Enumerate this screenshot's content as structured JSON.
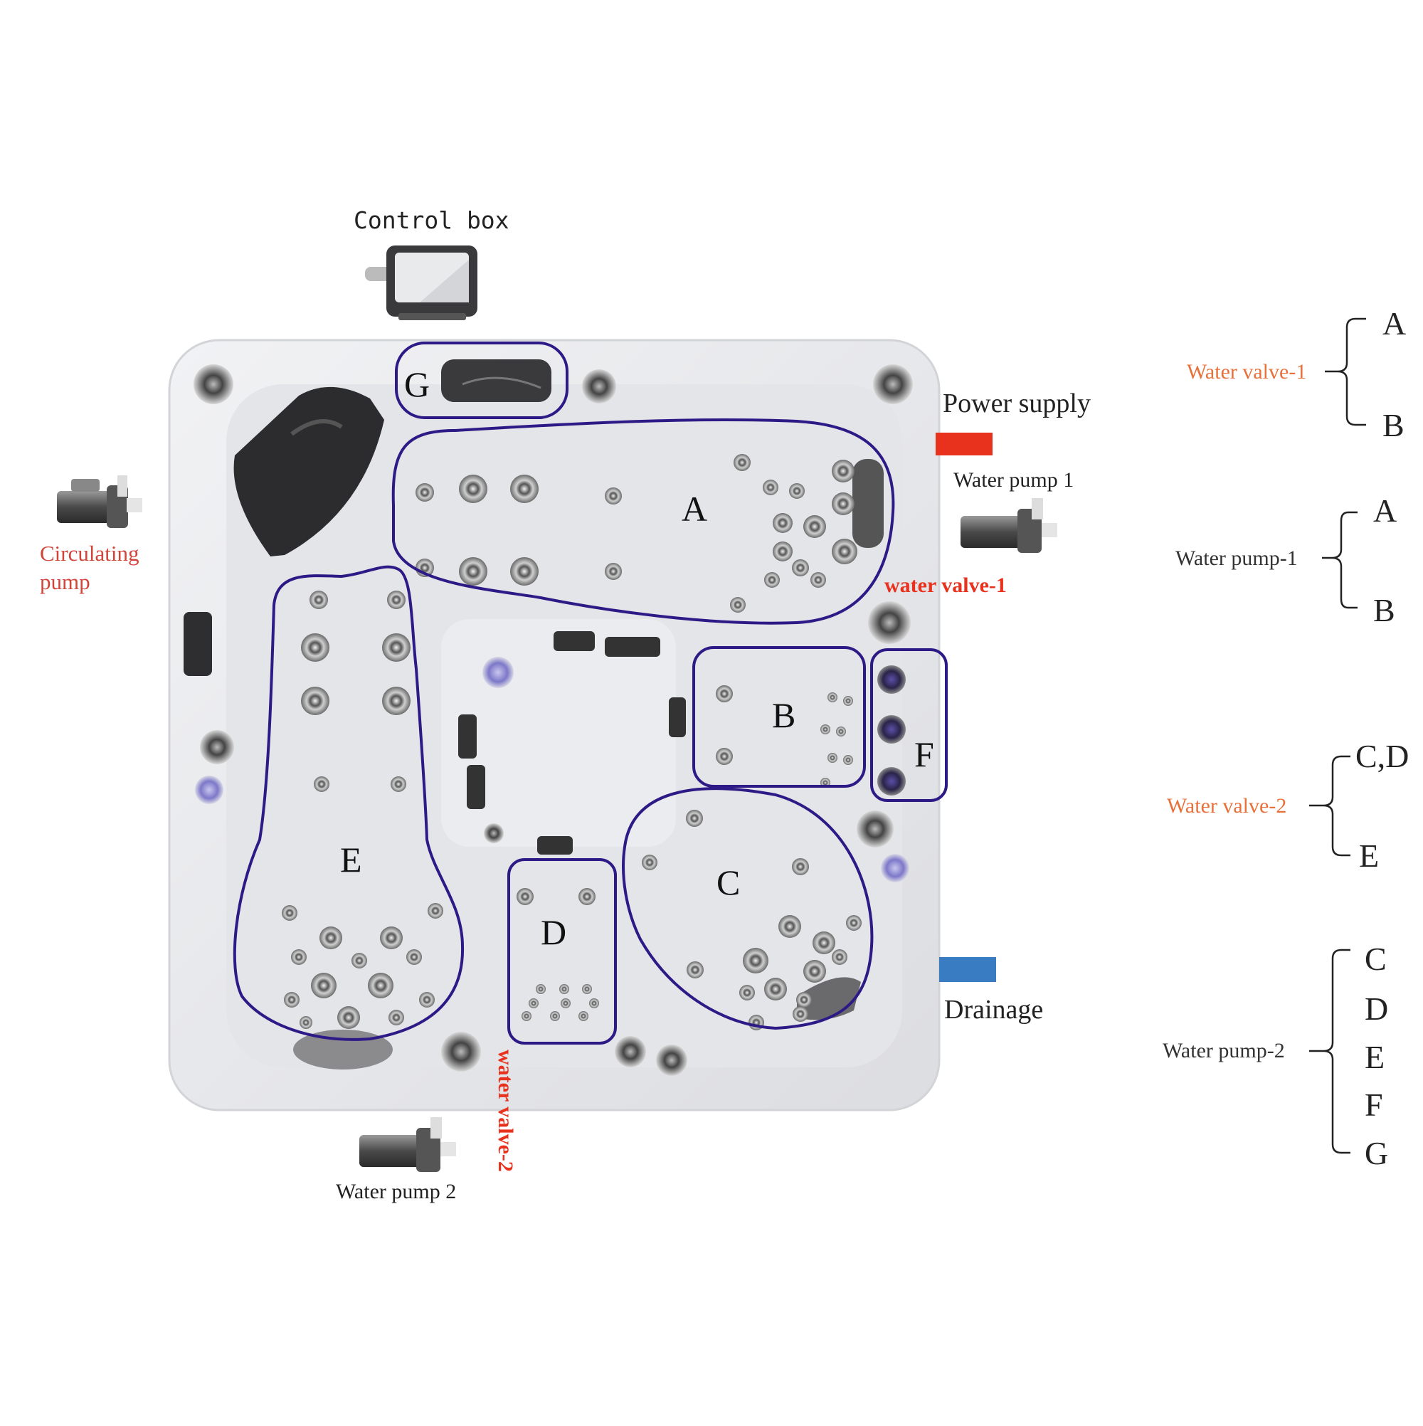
{
  "labels": {
    "control_box": "Control box",
    "power_supply": "Power supply",
    "water_pump_1": "Water pump 1",
    "water_valve_1": "water valve-1",
    "circulating_pump_line1": "Circulating",
    "circulating_pump_line2": "pump",
    "water_pump_2": "Water pump 2",
    "water_valve_2": "water valve-2",
    "drainage": "Drainage"
  },
  "zones": {
    "A": "A",
    "B": "B",
    "C": "C",
    "D": "D",
    "E": "E",
    "F": "F",
    "G": "G"
  },
  "legend": [
    {
      "name": "Water valve-1",
      "color": "#e8703a",
      "items": [
        "A",
        "B"
      ]
    },
    {
      "name": "Water pump-1",
      "color": "#333333",
      "items": [
        "A",
        "B"
      ]
    },
    {
      "name": "Water valve-2",
      "color": "#e8703a",
      "items": [
        "C,D",
        "E"
      ]
    },
    {
      "name": "Water pump-2",
      "color": "#333333",
      "items": [
        "C",
        "D",
        "E",
        "F",
        "G"
      ]
    }
  ],
  "colors": {
    "zone_outline": "#2e1a86",
    "power_supply": "#e8321e",
    "drainage": "#3a7cc2",
    "valve_label": "#e8321e",
    "pump_label": "#d0443a",
    "tub_shell": "#e6e7ea"
  }
}
